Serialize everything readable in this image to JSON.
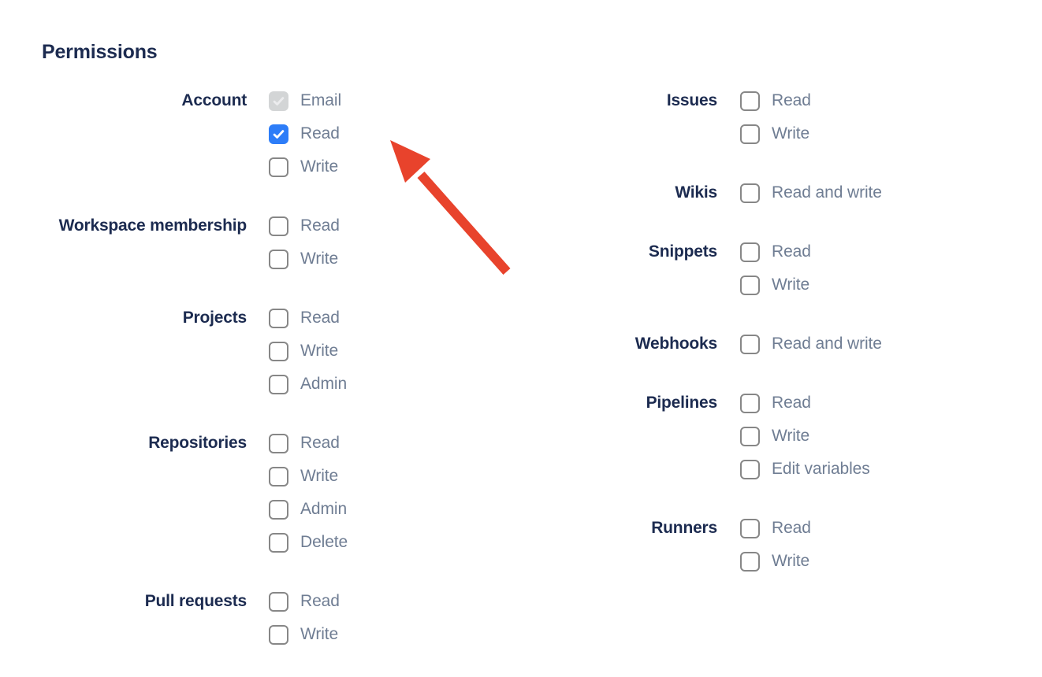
{
  "colors": {
    "heading": "#1c2b50",
    "option_text": "#6f7d93",
    "checkbox_border": "#878787",
    "checkbox_checked_bg": "#2d7df8",
    "checkbox_disabled_bg": "#d3d5d6",
    "checkbox_disabled_check": "#ececee",
    "arrow": "#e8432c",
    "page_background": "#ffffff"
  },
  "permissions": {
    "title": "Permissions",
    "columns": {
      "left": [
        {
          "label": "Account",
          "options": [
            {
              "label": "Email",
              "state": "checked_disabled"
            },
            {
              "label": "Read",
              "state": "checked"
            },
            {
              "label": "Write",
              "state": "unchecked"
            }
          ]
        },
        {
          "label": "Workspace membership",
          "options": [
            {
              "label": "Read",
              "state": "unchecked"
            },
            {
              "label": "Write",
              "state": "unchecked"
            }
          ]
        },
        {
          "label": "Projects",
          "options": [
            {
              "label": "Read",
              "state": "unchecked"
            },
            {
              "label": "Write",
              "state": "unchecked"
            },
            {
              "label": "Admin",
              "state": "unchecked"
            }
          ]
        },
        {
          "label": "Repositories",
          "options": [
            {
              "label": "Read",
              "state": "unchecked"
            },
            {
              "label": "Write",
              "state": "unchecked"
            },
            {
              "label": "Admin",
              "state": "unchecked"
            },
            {
              "label": "Delete",
              "state": "unchecked"
            }
          ]
        },
        {
          "label": "Pull requests",
          "options": [
            {
              "label": "Read",
              "state": "unchecked"
            },
            {
              "label": "Write",
              "state": "unchecked"
            }
          ]
        }
      ],
      "right": [
        {
          "label": "Issues",
          "options": [
            {
              "label": "Read",
              "state": "unchecked"
            },
            {
              "label": "Write",
              "state": "unchecked"
            }
          ]
        },
        {
          "label": "Wikis",
          "options": [
            {
              "label": "Read and write",
              "state": "unchecked"
            }
          ]
        },
        {
          "label": "Snippets",
          "options": [
            {
              "label": "Read",
              "state": "unchecked"
            },
            {
              "label": "Write",
              "state": "unchecked"
            }
          ]
        },
        {
          "label": "Webhooks",
          "options": [
            {
              "label": "Read and write",
              "state": "unchecked"
            }
          ]
        },
        {
          "label": "Pipelines",
          "options": [
            {
              "label": "Read",
              "state": "unchecked"
            },
            {
              "label": "Write",
              "state": "unchecked"
            },
            {
              "label": "Edit variables",
              "state": "unchecked"
            }
          ]
        },
        {
          "label": "Runners",
          "options": [
            {
              "label": "Read",
              "state": "unchecked"
            },
            {
              "label": "Write",
              "state": "unchecked"
            }
          ]
        }
      ]
    },
    "annotation_arrow": {
      "points_at": "account-read-checkbox"
    }
  }
}
